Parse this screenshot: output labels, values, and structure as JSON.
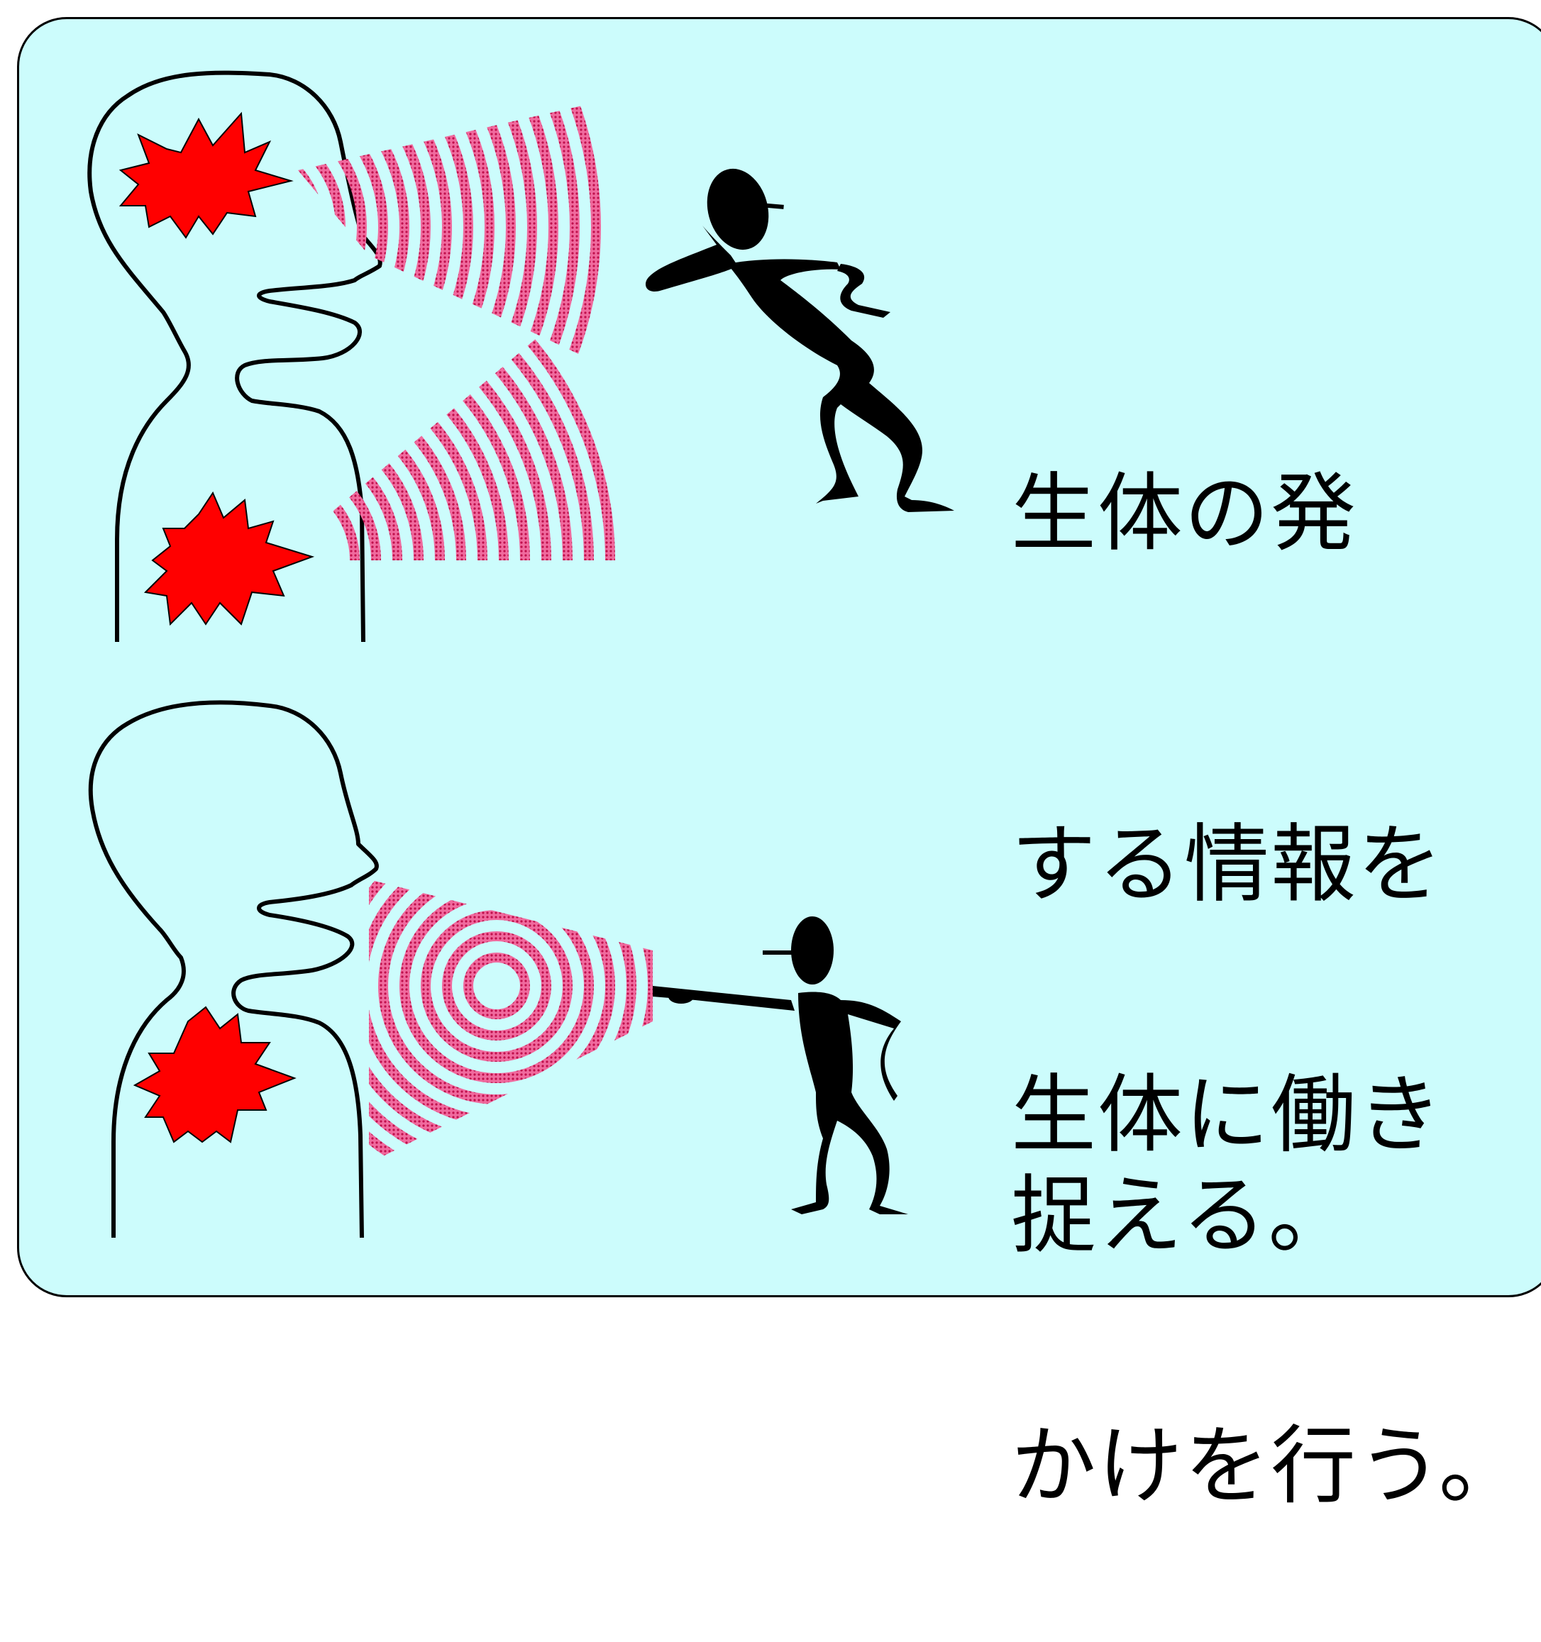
{
  "captions": {
    "top": [
      "生体の発",
      "する情報を",
      "捉える。"
    ],
    "bottom": [
      "生体に働き",
      "かけを行う。"
    ]
  },
  "colors": {
    "background": "#ccfcfc",
    "wave": "#e0206a",
    "burst": "#ff0000",
    "outline": "#000000"
  },
  "icons": [
    "head-silhouette",
    "red-burst",
    "wave-beam",
    "listening-figure",
    "pointing-figure"
  ]
}
